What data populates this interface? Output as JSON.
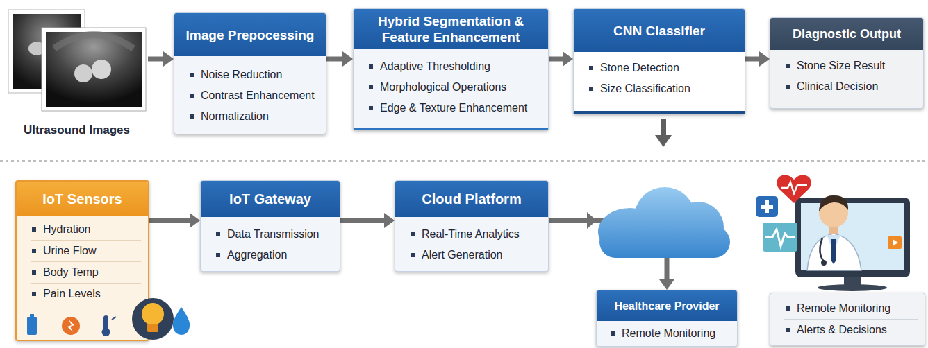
{
  "diagram": {
    "nodes": [
      {
        "text": [
          "Ultrasound Images"
        ]
      },
      {
        "text": [
          "Image Prepocessing",
          "Noise Reduction",
          "Contrast Enhancement",
          "Normalization"
        ]
      },
      {
        "text": [
          "Hybrid Segmentation & Feature Enhancement",
          "Adaptive Thresholding",
          "Morphological Operations",
          "Edge & Texture Enhancement"
        ]
      },
      {
        "text": [
          "CNN Classifier",
          "Stone Detection",
          "Size Classification"
        ]
      },
      {
        "text": [
          "Diagnostic Output",
          "Stone Size Result",
          "Clinical Decision"
        ]
      },
      {
        "text": [
          "IoT Sensors",
          "Hydration",
          "Urine Flow",
          "Body Temp",
          "Pain Levels"
        ]
      },
      {
        "text": [
          "IoT Gateway",
          "Data Transmission",
          "Aggregation"
        ]
      },
      {
        "text": [
          "Cloud Platform",
          "Real-Time Analytics",
          "Alert Generation"
        ]
      },
      {
        "text": [
          "Healthcare Provider",
          "Remote Monitoring"
        ]
      },
      {
        "text": [
          "Remote Monitoring",
          "Alerts & Decisions"
        ]
      }
    ],
    "edges": [
      {
        "from": 0,
        "to": 1,
        "arrow": "to"
      },
      {
        "from": 1,
        "to": 2,
        "arrow": "to"
      },
      {
        "from": 2,
        "to": 3,
        "arrow": "to"
      },
      {
        "from": 3,
        "to": 4,
        "arrow": "to"
      },
      {
        "from": 5,
        "to": 6,
        "arrow": "to"
      },
      {
        "from": 6,
        "to": 7,
        "arrow": "to"
      },
      {
        "from": 7,
        "to": 8,
        "arrow": "to"
      }
    ]
  }
}
